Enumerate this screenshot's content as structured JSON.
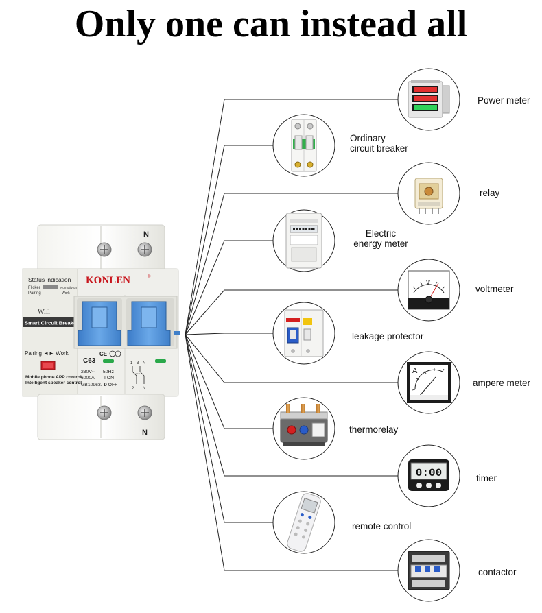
{
  "headline": "Only one can instead all",
  "breaker": {
    "brand": "KONLEN",
    "registered": "®",
    "status_title": "Status indication",
    "status_flicker": "Flicker",
    "status_pairing": "Pairing",
    "status_normally_on": "Normally on",
    "status_work": "Work",
    "wifi": "Wifi",
    "product_name": "Smart Circuit Breaker",
    "pairing_work": "Pairing ◄► Work",
    "model": "C63",
    "ce": "CE",
    "voltage": "230V~",
    "frequency": "50Hz",
    "capacity": "6000A",
    "on_text": "I ON",
    "off_text": "0 OFF",
    "standard": "GB10963. 1",
    "app_line1": "Mobile phone APP control",
    "app_line2": "Intelligent speaker control",
    "terminal_n_top": "N",
    "terminal_n_bottom": "N",
    "diagram_1": "1",
    "diagram_3": "3",
    "diagram_n": "N",
    "diagram_2": "2",
    "diagram_n2": "N"
  },
  "devices": [
    {
      "id": "power-meter",
      "label": "Power meter",
      "icon": "power-meter-icon"
    },
    {
      "id": "ordinary-circuit-breaker",
      "label_line1": "Ordinary",
      "label_line2": "circuit breaker",
      "icon": "circuit-breaker-icon"
    },
    {
      "id": "relay",
      "label": "relay",
      "icon": "relay-icon"
    },
    {
      "id": "electric-energy-meter",
      "label_line1": "Electric",
      "label_line2": "energy meter",
      "icon": "energy-meter-icon"
    },
    {
      "id": "voltmeter",
      "label": "voltmeter",
      "icon": "voltmeter-icon",
      "dial_letter": "V"
    },
    {
      "id": "leakage-protector",
      "label": "leakage protector",
      "icon": "leakage-protector-icon"
    },
    {
      "id": "ampere-meter",
      "label": "ampere meter",
      "icon": "ampere-meter-icon",
      "dial_letter": "A"
    },
    {
      "id": "thermorelay",
      "label": "thermorelay",
      "icon": "thermorelay-icon"
    },
    {
      "id": "timer",
      "label": "timer",
      "icon": "timer-icon",
      "display": "0:00"
    },
    {
      "id": "remote-control",
      "label": "remote control",
      "icon": "remote-control-icon"
    },
    {
      "id": "contactor",
      "label": "contactor",
      "icon": "contactor-icon"
    }
  ],
  "colors": {
    "breaker_body": "#ebebe6",
    "toggle_blue": "#4f8fd6",
    "brand_red": "#c8161d",
    "line": "#222222"
  }
}
